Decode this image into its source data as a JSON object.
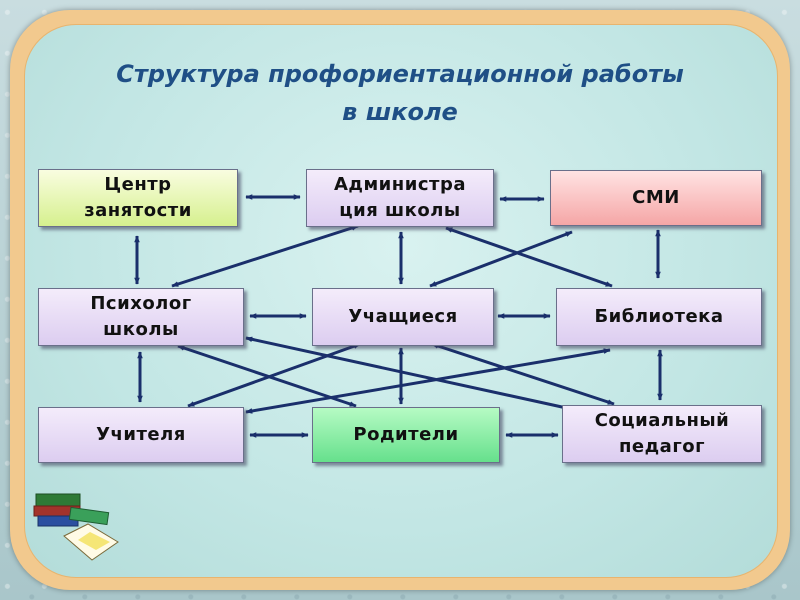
{
  "title": {
    "line1": "Структура профориентационной работы",
    "line2": "в школе"
  },
  "nodes": {
    "employment_center": "Центр\nзанятости",
    "administration": "Администра\nция  школы",
    "media": "СМИ",
    "psychologist": "Психолог\nшколы",
    "students": "Учащиеся",
    "library": "Библиотека",
    "teachers": "Учителя",
    "parents": "Родители",
    "social_teacher": "Социальный\nпедагог"
  },
  "colors": {
    "title": "#1f4f86",
    "arrows": "#1a2f6b",
    "frame": "#f2c98e",
    "panel": "#c2e6e4",
    "node_default": "#dccdf0",
    "node_employment": "#d6f08e",
    "node_media": "#f5a6a6",
    "node_parents": "#66e08c"
  },
  "icons": {
    "decoration": "books-icon"
  }
}
